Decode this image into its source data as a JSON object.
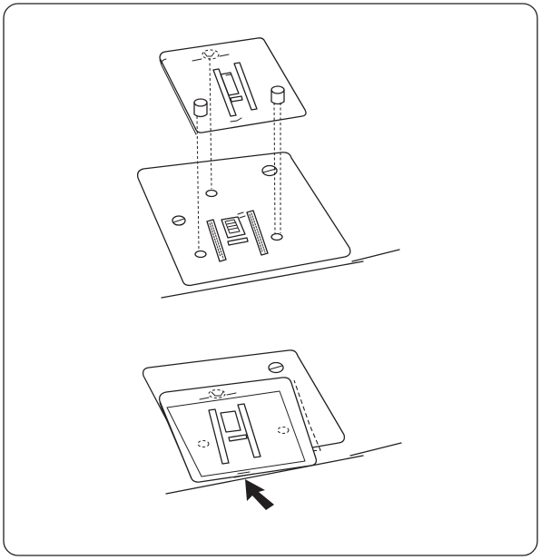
{
  "figure": {
    "panels": [
      "attach-step",
      "installed-step"
    ],
    "icons": [
      "needle-plate",
      "needle-plate-attachment",
      "push-arrow"
    ]
  }
}
